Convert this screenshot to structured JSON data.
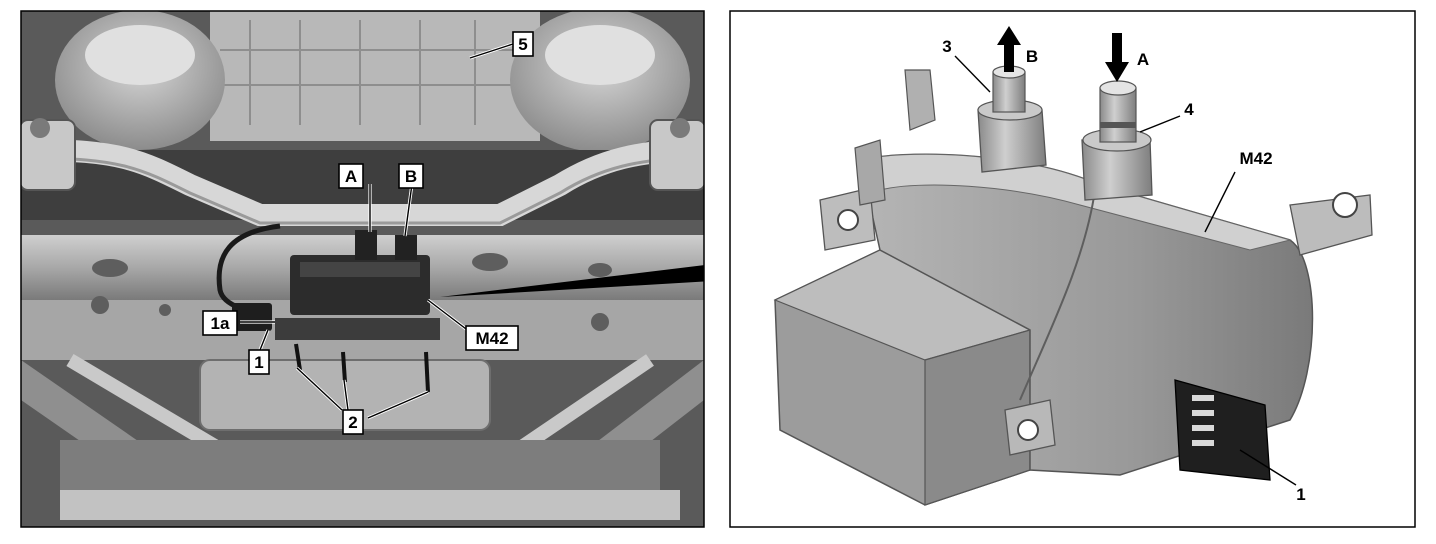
{
  "left_view": {
    "callouts": {
      "c5": "5",
      "cA": "A",
      "cB": "B",
      "c1a": "1a",
      "c1": "1",
      "cM42": "M42",
      "c2": "2"
    }
  },
  "right_view": {
    "callouts": {
      "c3": "3",
      "cB": "B",
      "cA": "A",
      "c4": "4",
      "cM42": "M42",
      "c1": "1"
    }
  }
}
